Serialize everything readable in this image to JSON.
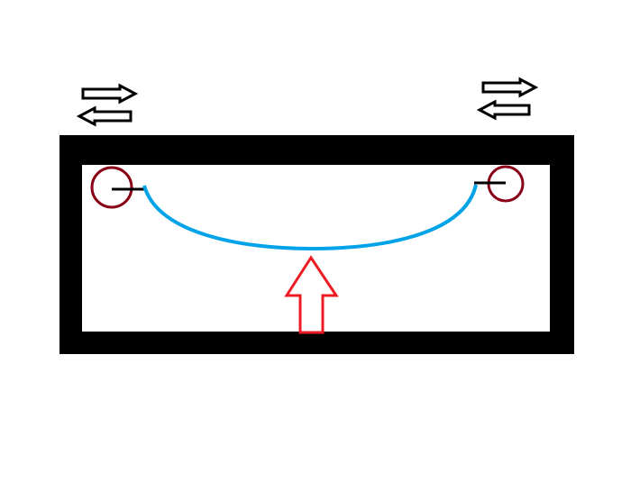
{
  "colors": {
    "background": "#ffffff",
    "frame": "#000000",
    "pivot_circle": "#880015",
    "cable": "#00a2e8",
    "force_arrow": "#ed1c24",
    "motion_arrows": "#000000"
  },
  "elements": {
    "frame": "rectangular-frame",
    "left_pivot": "circle-pivot",
    "right_pivot": "circle-pivot",
    "cable": "sagging-curve",
    "force_arrow": "up-arrow",
    "left_motion": "bidirectional-arrows",
    "right_motion": "bidirectional-arrows"
  }
}
